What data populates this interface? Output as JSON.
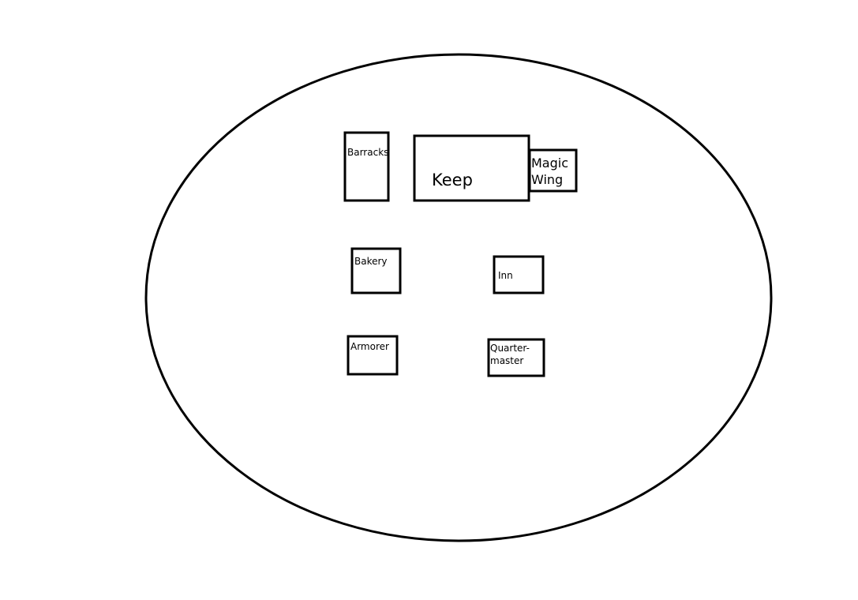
{
  "map": {
    "buildings": {
      "barracks": "Barracks",
      "keep": "Keep",
      "magic_wing": [
        "Magic",
        "Wing"
      ],
      "bakery": "Bakery",
      "inn": "Inn",
      "armorer": "Armorer",
      "quartermaster": [
        "Quarter-",
        "master"
      ]
    }
  }
}
